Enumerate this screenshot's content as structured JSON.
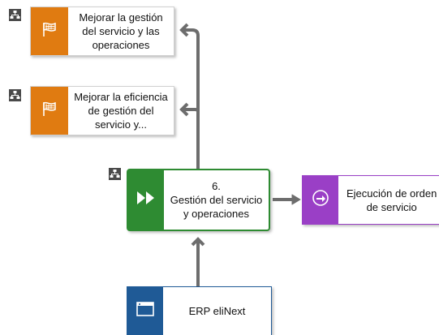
{
  "nodes": {
    "goal1": {
      "label": "Mejorar la gestión\ndel servicio y las\noperaciones",
      "color": "#e07b11"
    },
    "goal2": {
      "label": "Mejorar la eficiencia\nde gestión del\nservicio y...",
      "color": "#e07b11"
    },
    "process": {
      "label": "6.\nGestión del servicio\ny operaciones",
      "color": "#2e8b32"
    },
    "event": {
      "label": "Ejecución de orden\nde servicio",
      "color": "#9a3fc6"
    },
    "system": {
      "label": "ERP eliNext",
      "color": "#1f5a96"
    }
  },
  "icons": {
    "goal": "flag-icon",
    "process": "fast-forward-icon",
    "event": "event-arrow-icon",
    "system": "application-window-icon",
    "hierarchy": "hierarchy-icon"
  },
  "connector_color": "#6d6d6d"
}
